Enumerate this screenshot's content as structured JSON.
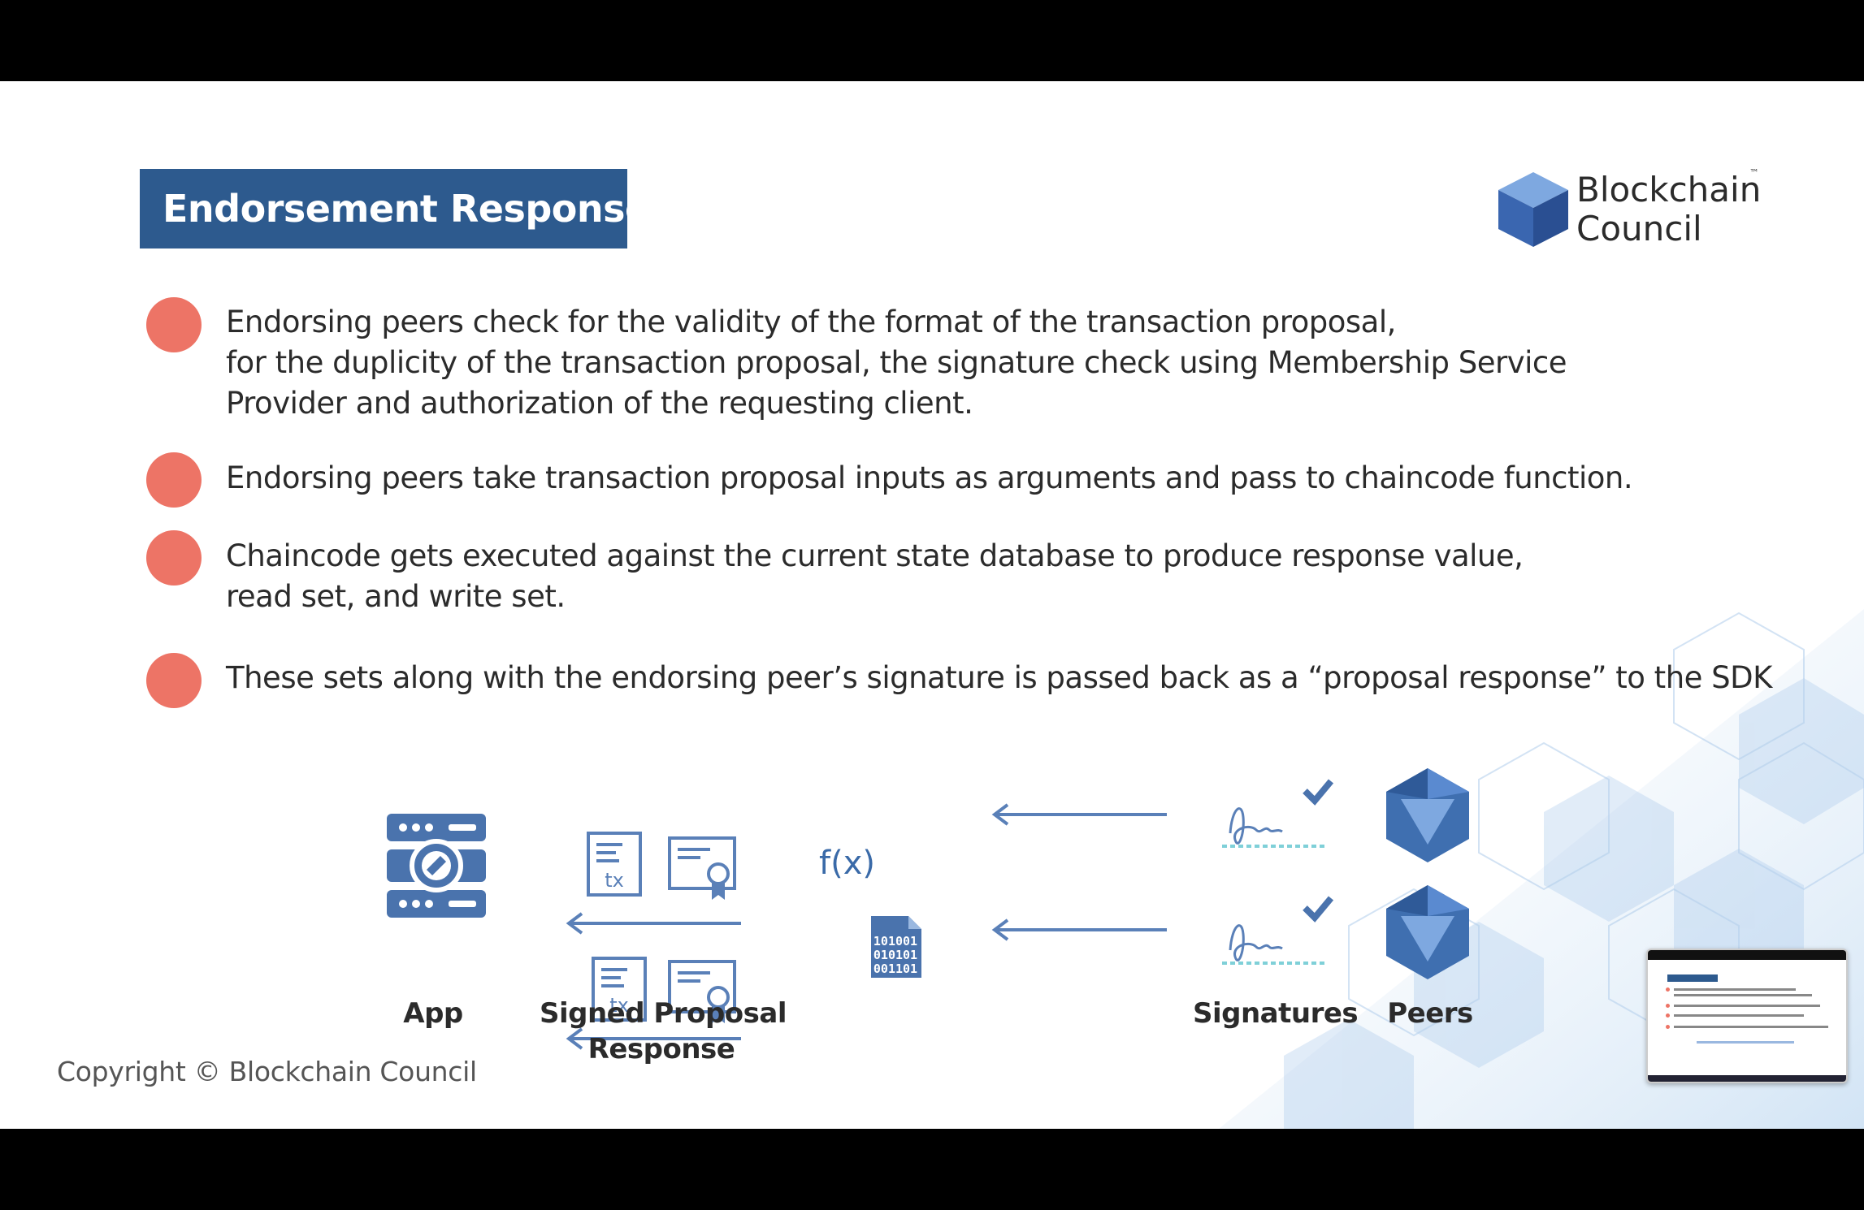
{
  "slide": {
    "title": "Endorsement Response",
    "logo": {
      "line1": "Blockchain",
      "line2": "Council",
      "tm": "™"
    },
    "bullets": [
      {
        "lines": [
          "Endorsing peers check for the validity of the format of the transaction proposal,",
          "for the duplicity of the transaction proposal, the signature check using Membership Service",
          "Provider and authorization of the requesting client."
        ]
      },
      {
        "lines": [
          "Endorsing peers take transaction proposal inputs as arguments and pass to chaincode function."
        ]
      },
      {
        "lines": [
          "Chaincode gets  executed against the current state database to produce response value,",
          "read set, and write set."
        ]
      },
      {
        "lines": [
          "These sets along with the endorsing peer’s signature is passed back as a “proposal response” to the SDK"
        ]
      }
    ],
    "diagram": {
      "app_label": "App",
      "signed_label_1": "Signed Proposal",
      "signed_label_2": "Response",
      "fx_label": "f(x)",
      "tx_label": "tx",
      "binary_lines": [
        "101001",
        "010101",
        "001101"
      ],
      "signatures_label": "Signatures",
      "peers_label": "Peers"
    },
    "copyright": "Copyright © Blockchain Council",
    "colors": {
      "title_bg": "#2d5a8e",
      "bullet": "#ed7466",
      "icon": "#4a73ad",
      "peer": "#3f6fb0"
    }
  }
}
